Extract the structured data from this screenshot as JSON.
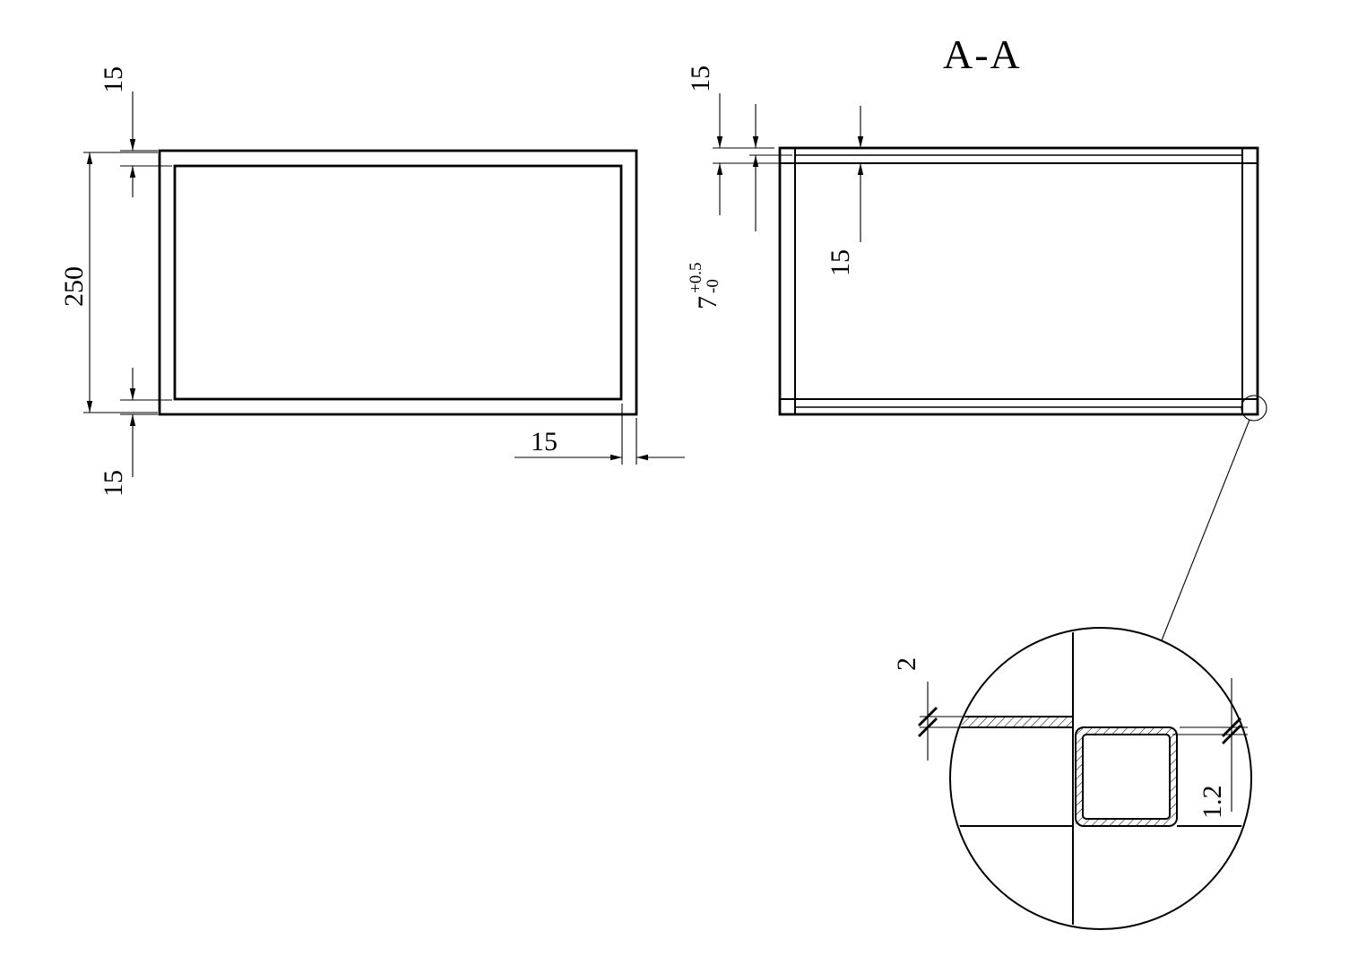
{
  "page": {
    "background": "#ffffff",
    "ink": "#000000"
  },
  "section_title": "A-A",
  "front_view": {
    "dims": {
      "height": "250",
      "top_frame": "15",
      "bottom_frame": "15",
      "side_frame": "15"
    }
  },
  "section_view": {
    "dims": {
      "frame_profile": "15",
      "groove_depth": "7",
      "groove_depth_tol_upper": "+0.5",
      "groove_depth_tol_lower": "-0",
      "profile_inner": "15"
    }
  },
  "detail_view": {
    "dims": {
      "panel_thickness": "2",
      "wall_thickness": "1.2"
    }
  }
}
